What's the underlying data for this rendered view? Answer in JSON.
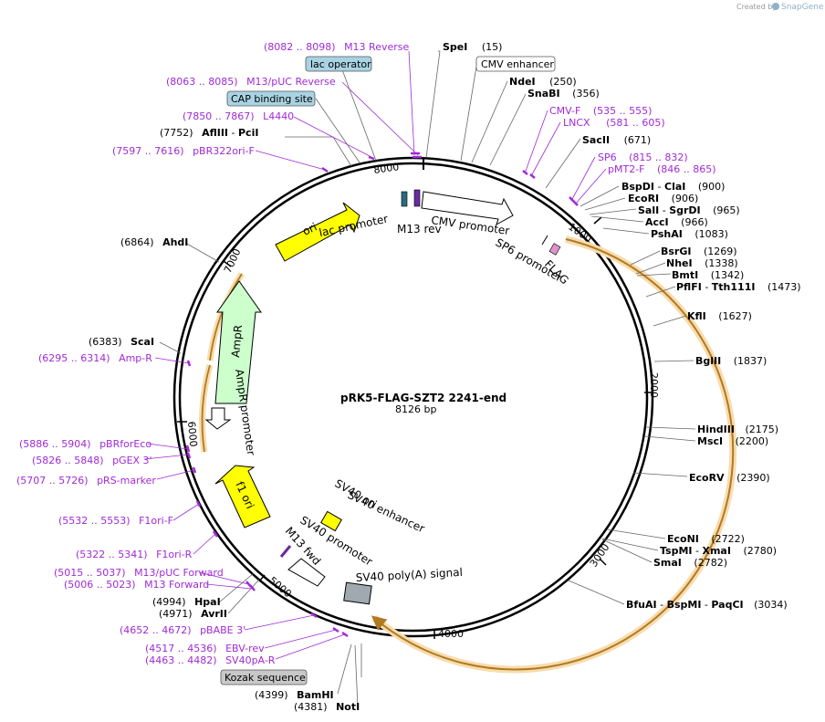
{
  "credit": {
    "prefix": "Created by",
    "brand": "SnapGene"
  },
  "title": "pRK5-FLAG-SZT2 2241-end",
  "subtitle": "8126 bp",
  "ticks": [
    "1000",
    "2000",
    "3000",
    "4000",
    "5000",
    "6000",
    "7000",
    "8000"
  ],
  "enzymes_right": [
    {
      "name": "SpeI",
      "pos": "(15)"
    },
    {
      "name": "NdeI",
      "pos": "(250)"
    },
    {
      "name": "SnaBI",
      "pos": "(356)"
    },
    {
      "name": "SacII",
      "pos": "(671)"
    },
    {
      "name": "BspDI",
      "name2": "ClaI",
      "pos": "(900)"
    },
    {
      "name": "EcoRI",
      "pos": "(906)"
    },
    {
      "name": "SalI",
      "name2": "SgrDI",
      "pos": "(965)"
    },
    {
      "name": "AccI",
      "pos": "(966)"
    },
    {
      "name": "PshAI",
      "pos": "(1083)"
    },
    {
      "name": "BsrGI",
      "pos": "(1269)"
    },
    {
      "name": "NheI",
      "pos": "(1338)"
    },
    {
      "name": "BmtI",
      "pos": "(1342)"
    },
    {
      "name": "PflFI",
      "name2": "Tth111I",
      "pos": "(1473)"
    },
    {
      "name": "KflI",
      "pos": "(1627)"
    },
    {
      "name": "BglII",
      "pos": "(1837)"
    },
    {
      "name": "HindIII",
      "pos": "(2175)"
    },
    {
      "name": "MscI",
      "pos": "(2200)"
    },
    {
      "name": "EcoRV",
      "pos": "(2390)"
    },
    {
      "name": "EcoNI",
      "pos": "(2722)"
    },
    {
      "name": "TspMI",
      "name2": "XmaI",
      "pos": "(2780)"
    },
    {
      "name": "SmaI",
      "pos": "(2782)"
    },
    {
      "name": "BfuAI",
      "name2": "BspMI",
      "name3": "PaqCI",
      "pos": "(3034)"
    }
  ],
  "enzymes_left": [
    {
      "name": "AflIII",
      "name2": "PciI",
      "pos": "(7752)"
    },
    {
      "name": "AhdI",
      "pos": "(6864)"
    },
    {
      "name": "ScaI",
      "pos": "(6383)"
    },
    {
      "name": "HpaI",
      "pos": "(4994)"
    },
    {
      "name": "AvrII",
      "pos": "(4971)"
    },
    {
      "name": "BamHI",
      "pos": "(4399)"
    },
    {
      "name": "NotI",
      "pos": "(4381)"
    }
  ],
  "primers_right": [
    {
      "range": "(535 .. 555)",
      "name": "CMV-F"
    },
    {
      "range": "(581 .. 605)",
      "name": "LNCX"
    },
    {
      "range": "(815 .. 832)",
      "name": "SP6"
    },
    {
      "range": "(846 .. 865)",
      "name": "pMT2-F"
    }
  ],
  "primers_left": [
    {
      "range": "(8082 .. 8098)",
      "name": "M13 Reverse"
    },
    {
      "range": "(8063 .. 8085)",
      "name": "M13/pUC Reverse"
    },
    {
      "range": "(7850 .. 7867)",
      "name": "L4440"
    },
    {
      "range": "(7597 .. 7616)",
      "name": "pBR322ori-F"
    },
    {
      "range": "(6295 .. 6314)",
      "name": "Amp-R"
    },
    {
      "range": "(5886 .. 5904)",
      "name": "pBRforEco"
    },
    {
      "range": "(5826 .. 5848)",
      "name": "pGEX 3'"
    },
    {
      "range": "(5707 .. 5726)",
      "name": "pRS-marker"
    },
    {
      "range": "(5532 .. 5553)",
      "name": "F1ori-F"
    },
    {
      "range": "(5322 .. 5341)",
      "name": "F1ori-R"
    },
    {
      "range": "(5015 .. 5037)",
      "name": "M13/pUC Forward"
    },
    {
      "range": "(5006 .. 5023)",
      "name": "M13 Forward"
    },
    {
      "range": "(4652 .. 4672)",
      "name": "pBABE 3'"
    },
    {
      "range": "(4517 .. 4536)",
      "name": "EBV-rev"
    },
    {
      "range": "(4463 .. 4482)",
      "name": "SV40pA-R"
    }
  ],
  "boxed_features": [
    {
      "label": "lac operator",
      "color": "#a9d3e3"
    },
    {
      "label": "CAP binding site",
      "color": "#a9d3e3"
    },
    {
      "label": "CMV enhancer",
      "color": "#ffffff"
    },
    {
      "label": "Kozak sequence",
      "color": "#c8c8c8"
    }
  ],
  "features": [
    {
      "label": "lac promoter"
    },
    {
      "label": "M13 rev"
    },
    {
      "label": "CMV promoter"
    },
    {
      "label": "SP6 promoter"
    },
    {
      "label": "FLAG"
    },
    {
      "label": "ori",
      "color": "#ffff00"
    },
    {
      "label": "AmpR",
      "color": "#ccffcc"
    },
    {
      "label": "AmpR promoter"
    },
    {
      "label": "f1 ori",
      "color": "#ffff00"
    },
    {
      "label": "SV40 ori"
    },
    {
      "label": "SV40 enhancer"
    },
    {
      "label": "SV40 promoter"
    },
    {
      "label": "M13 fwd"
    },
    {
      "label": "SV40 poly(A) signal"
    }
  ],
  "colors": {
    "primer": "#a02ad6",
    "insert_orange": "#f2a93b",
    "ori_yellow": "#ffff00",
    "ampr_green": "#ccffcc",
    "box_blue": "#a9d3e3"
  }
}
